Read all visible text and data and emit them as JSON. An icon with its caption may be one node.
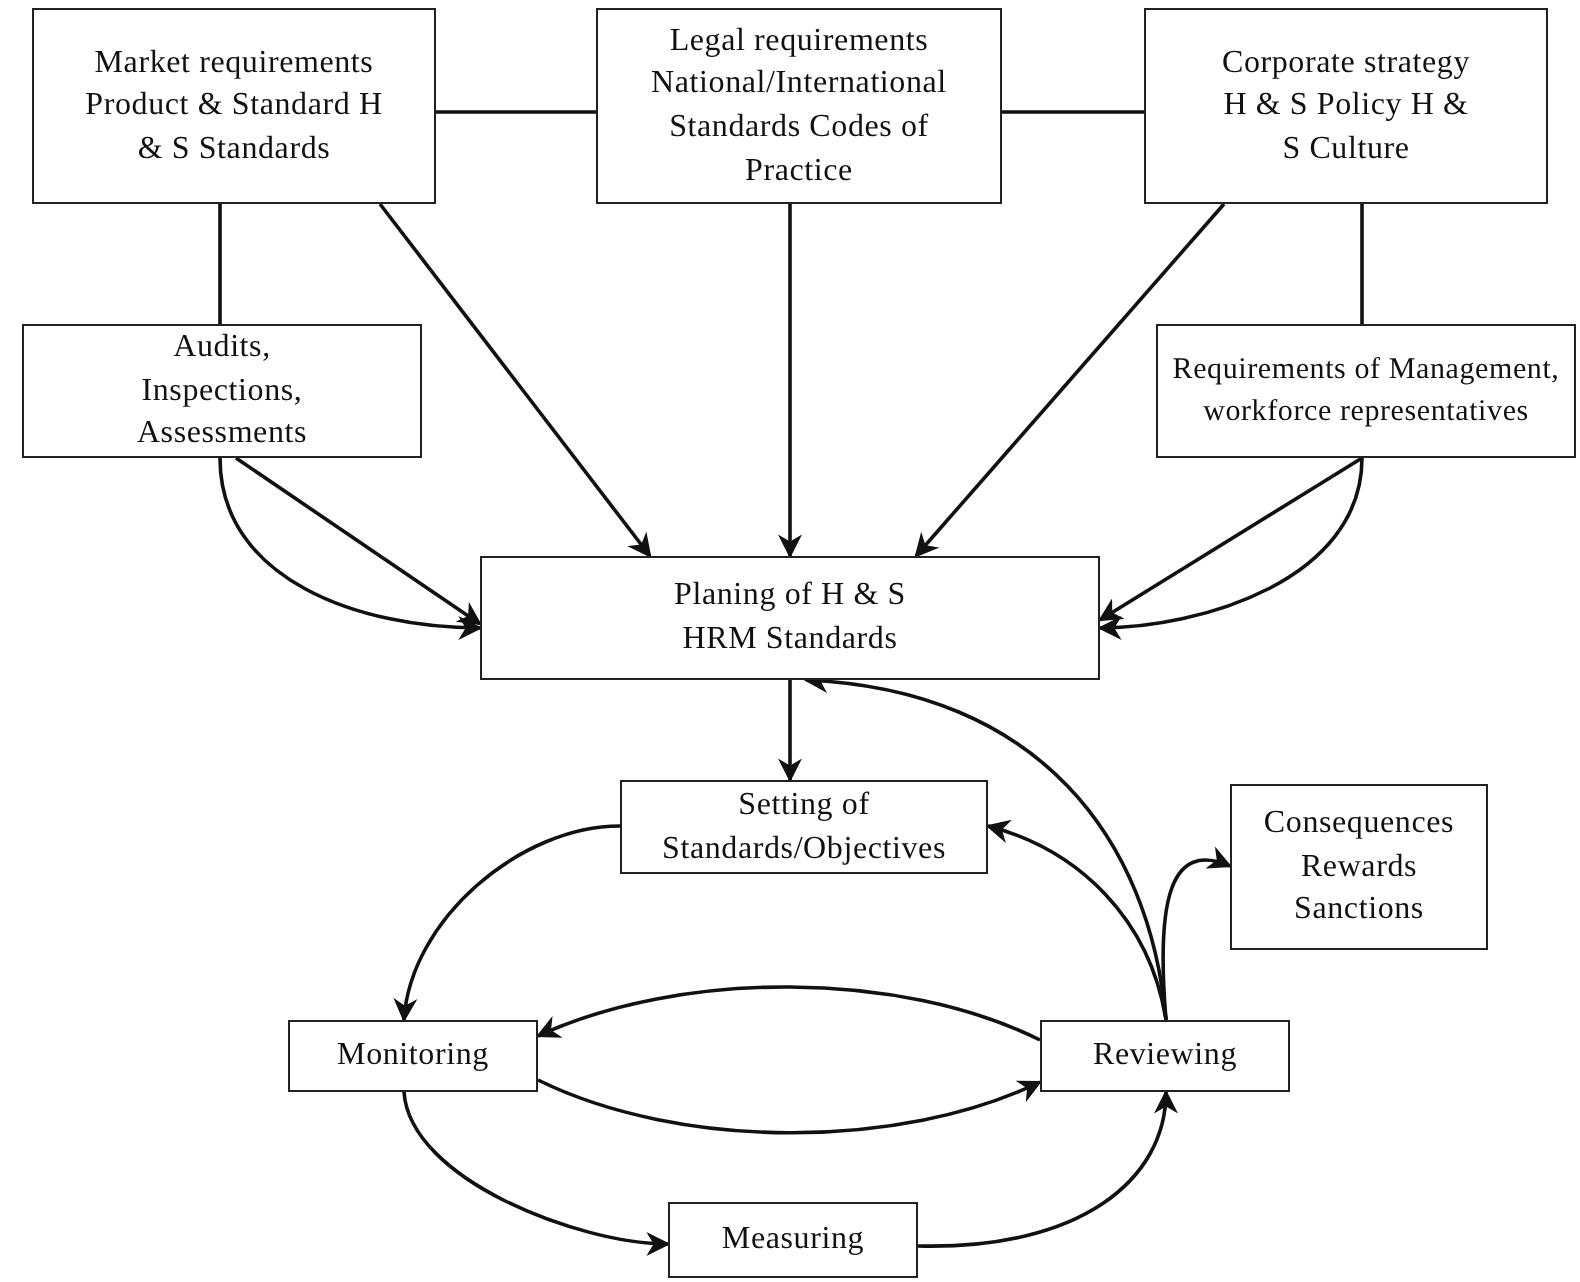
{
  "diagram": {
    "nodes": [
      {
        "text": [
          "Market requirements Product & Standard H & S Standards"
        ]
      },
      {
        "text": [
          "Legal requirements National/International Standards Codes of Practice"
        ]
      },
      {
        "text": [
          "Corporate strategy H & S Policy H & S Culture"
        ]
      },
      {
        "text": [
          "Audits, Inspections, Assessments"
        ]
      },
      {
        "text": [
          "Requirements of Management, workforce representatives"
        ]
      },
      {
        "text": [
          "Planing of H & S HRM Standards"
        ]
      },
      {
        "text": [
          "Setting of Standards/Objectives"
        ]
      },
      {
        "text": [
          "Consequences Rewards Sanctions"
        ]
      },
      {
        "text": [
          "Monitoring"
        ]
      },
      {
        "text": [
          "Reviewing"
        ]
      },
      {
        "text": [
          "Measuring"
        ]
      }
    ],
    "edges": [
      {
        "from": 0,
        "to": 1,
        "arrow": "none"
      },
      {
        "from": 1,
        "to": 2,
        "arrow": "none"
      },
      {
        "from": 0,
        "to": 3,
        "arrow": "none"
      },
      {
        "from": 2,
        "to": 4,
        "arrow": "none"
      },
      {
        "from": 0,
        "to": 5,
        "arrow": "to"
      },
      {
        "from": 1,
        "to": 5,
        "arrow": "to"
      },
      {
        "from": 2,
        "to": 5,
        "arrow": "to"
      },
      {
        "from": 3,
        "to": 5,
        "arrow": "to"
      },
      {
        "from": 3,
        "to": 5,
        "arrow": "to"
      },
      {
        "from": 4,
        "to": 5,
        "arrow": "to"
      },
      {
        "from": 4,
        "to": 5,
        "arrow": "to"
      },
      {
        "from": 5,
        "to": 6,
        "arrow": "to"
      },
      {
        "from": 9,
        "to": 5,
        "arrow": "to"
      },
      {
        "from": 9,
        "to": 6,
        "arrow": "to"
      },
      {
        "from": 9,
        "to": 7,
        "arrow": "to"
      },
      {
        "from": 6,
        "to": 8,
        "arrow": "to"
      },
      {
        "from": 9,
        "to": 8,
        "arrow": "to"
      },
      {
        "from": 8,
        "to": 9,
        "arrow": "to"
      },
      {
        "from": 8,
        "to": 10,
        "arrow": "to"
      },
      {
        "from": 10,
        "to": 9,
        "arrow": "to"
      }
    ]
  }
}
